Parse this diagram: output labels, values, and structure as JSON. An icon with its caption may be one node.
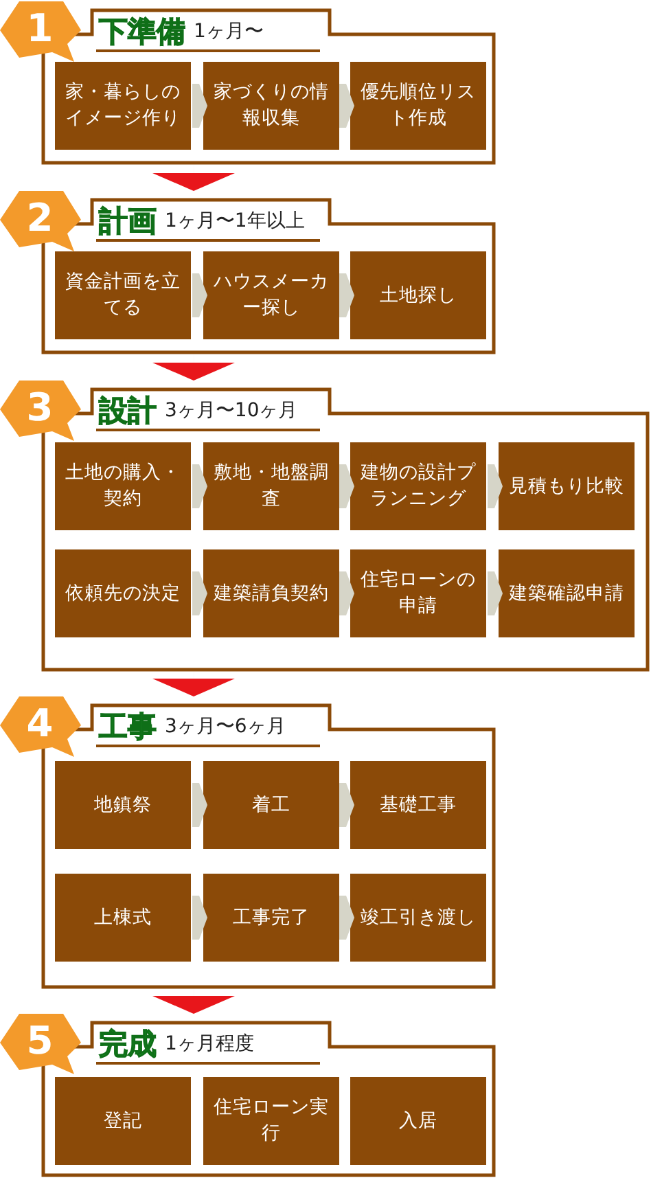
{
  "diagram": {
    "nodes": [
      {
        "text": [
          "1"
        ]
      },
      {
        "text": [
          "下準備",
          "1ヶ月〜"
        ]
      },
      {
        "text": [
          "家・暮らしのイメージ作り"
        ],
        "in": 1
      },
      {
        "text": [
          "家づくりの情報収集"
        ],
        "in": 1
      },
      {
        "text": [
          "優先順位リスト作成"
        ],
        "in": 1
      },
      {
        "text": [
          "2"
        ]
      },
      {
        "text": [
          "計画",
          "1ヶ月〜1年以上"
        ]
      },
      {
        "text": [
          "資金計画を立てる"
        ],
        "in": 6
      },
      {
        "text": [
          "ハウスメーカー探し"
        ],
        "in": 6
      },
      {
        "text": [
          "土地探し"
        ],
        "in": 6
      },
      {
        "text": [
          "3"
        ]
      },
      {
        "text": [
          "設計",
          "3ヶ月〜10ヶ月"
        ]
      },
      {
        "text": [
          "土地の購入・契約"
        ],
        "in": 11
      },
      {
        "text": [
          "敷地・地盤調査"
        ],
        "in": 11
      },
      {
        "text": [
          "建物の設計プランニング"
        ],
        "in": 11
      },
      {
        "text": [
          "見積もり比較"
        ],
        "in": 11
      },
      {
        "text": [
          "依頼先の決定"
        ],
        "in": 11
      },
      {
        "text": [
          "建築請負契約"
        ],
        "in": 11
      },
      {
        "text": [
          "住宅ローンの申請"
        ],
        "in": 11
      },
      {
        "text": [
          "建築確認申請"
        ],
        "in": 11
      },
      {
        "text": [
          "4"
        ]
      },
      {
        "text": [
          "工事",
          "3ヶ月〜6ヶ月"
        ]
      },
      {
        "text": [
          "地鎮祭"
        ],
        "in": 21
      },
      {
        "text": [
          "着工"
        ],
        "in": 21
      },
      {
        "text": [
          "基礎工事"
        ],
        "in": 21
      },
      {
        "text": [
          "上棟式"
        ],
        "in": 21
      },
      {
        "text": [
          "工事完了"
        ],
        "in": 21
      },
      {
        "text": [
          "竣工引き渡し"
        ],
        "in": 21
      },
      {
        "text": [
          "5"
        ]
      },
      {
        "text": [
          "完成",
          "1ヶ月程度"
        ]
      },
      {
        "text": [
          "登記"
        ],
        "in": 29
      },
      {
        "text": [
          "住宅ローン実行"
        ],
        "in": 29
      },
      {
        "text": [
          "入居"
        ],
        "in": 29
      }
    ],
    "edges": [
      {
        "from": 2,
        "to": 3,
        "arrow": "to"
      },
      {
        "from": 3,
        "to": 4,
        "arrow": "to"
      },
      {
        "from": 1,
        "to": 6,
        "arrow": "to",
        "color": "#e8161b"
      },
      {
        "from": 7,
        "to": 8,
        "arrow": "to"
      },
      {
        "from": 8,
        "to": 9,
        "arrow": "to"
      },
      {
        "from": 6,
        "to": 11,
        "arrow": "to",
        "color": "#e8161b"
      },
      {
        "from": 12,
        "to": 13,
        "arrow": "to"
      },
      {
        "from": 13,
        "to": 14,
        "arrow": "to"
      },
      {
        "from": 14,
        "to": 15,
        "arrow": "to"
      },
      {
        "from": 16,
        "to": 17,
        "arrow": "to"
      },
      {
        "from": 17,
        "to": 18,
        "arrow": "to"
      },
      {
        "from": 18,
        "to": 19,
        "arrow": "to"
      },
      {
        "from": 11,
        "to": 21,
        "arrow": "to",
        "color": "#e8161b"
      },
      {
        "from": 22,
        "to": 23,
        "arrow": "to"
      },
      {
        "from": 23,
        "to": 24,
        "arrow": "to"
      },
      {
        "from": 25,
        "to": 26,
        "arrow": "to"
      },
      {
        "from": 26,
        "to": 27,
        "arrow": "to"
      },
      {
        "from": 21,
        "to": 29,
        "arrow": "to",
        "color": "#e8161b"
      }
    ]
  }
}
